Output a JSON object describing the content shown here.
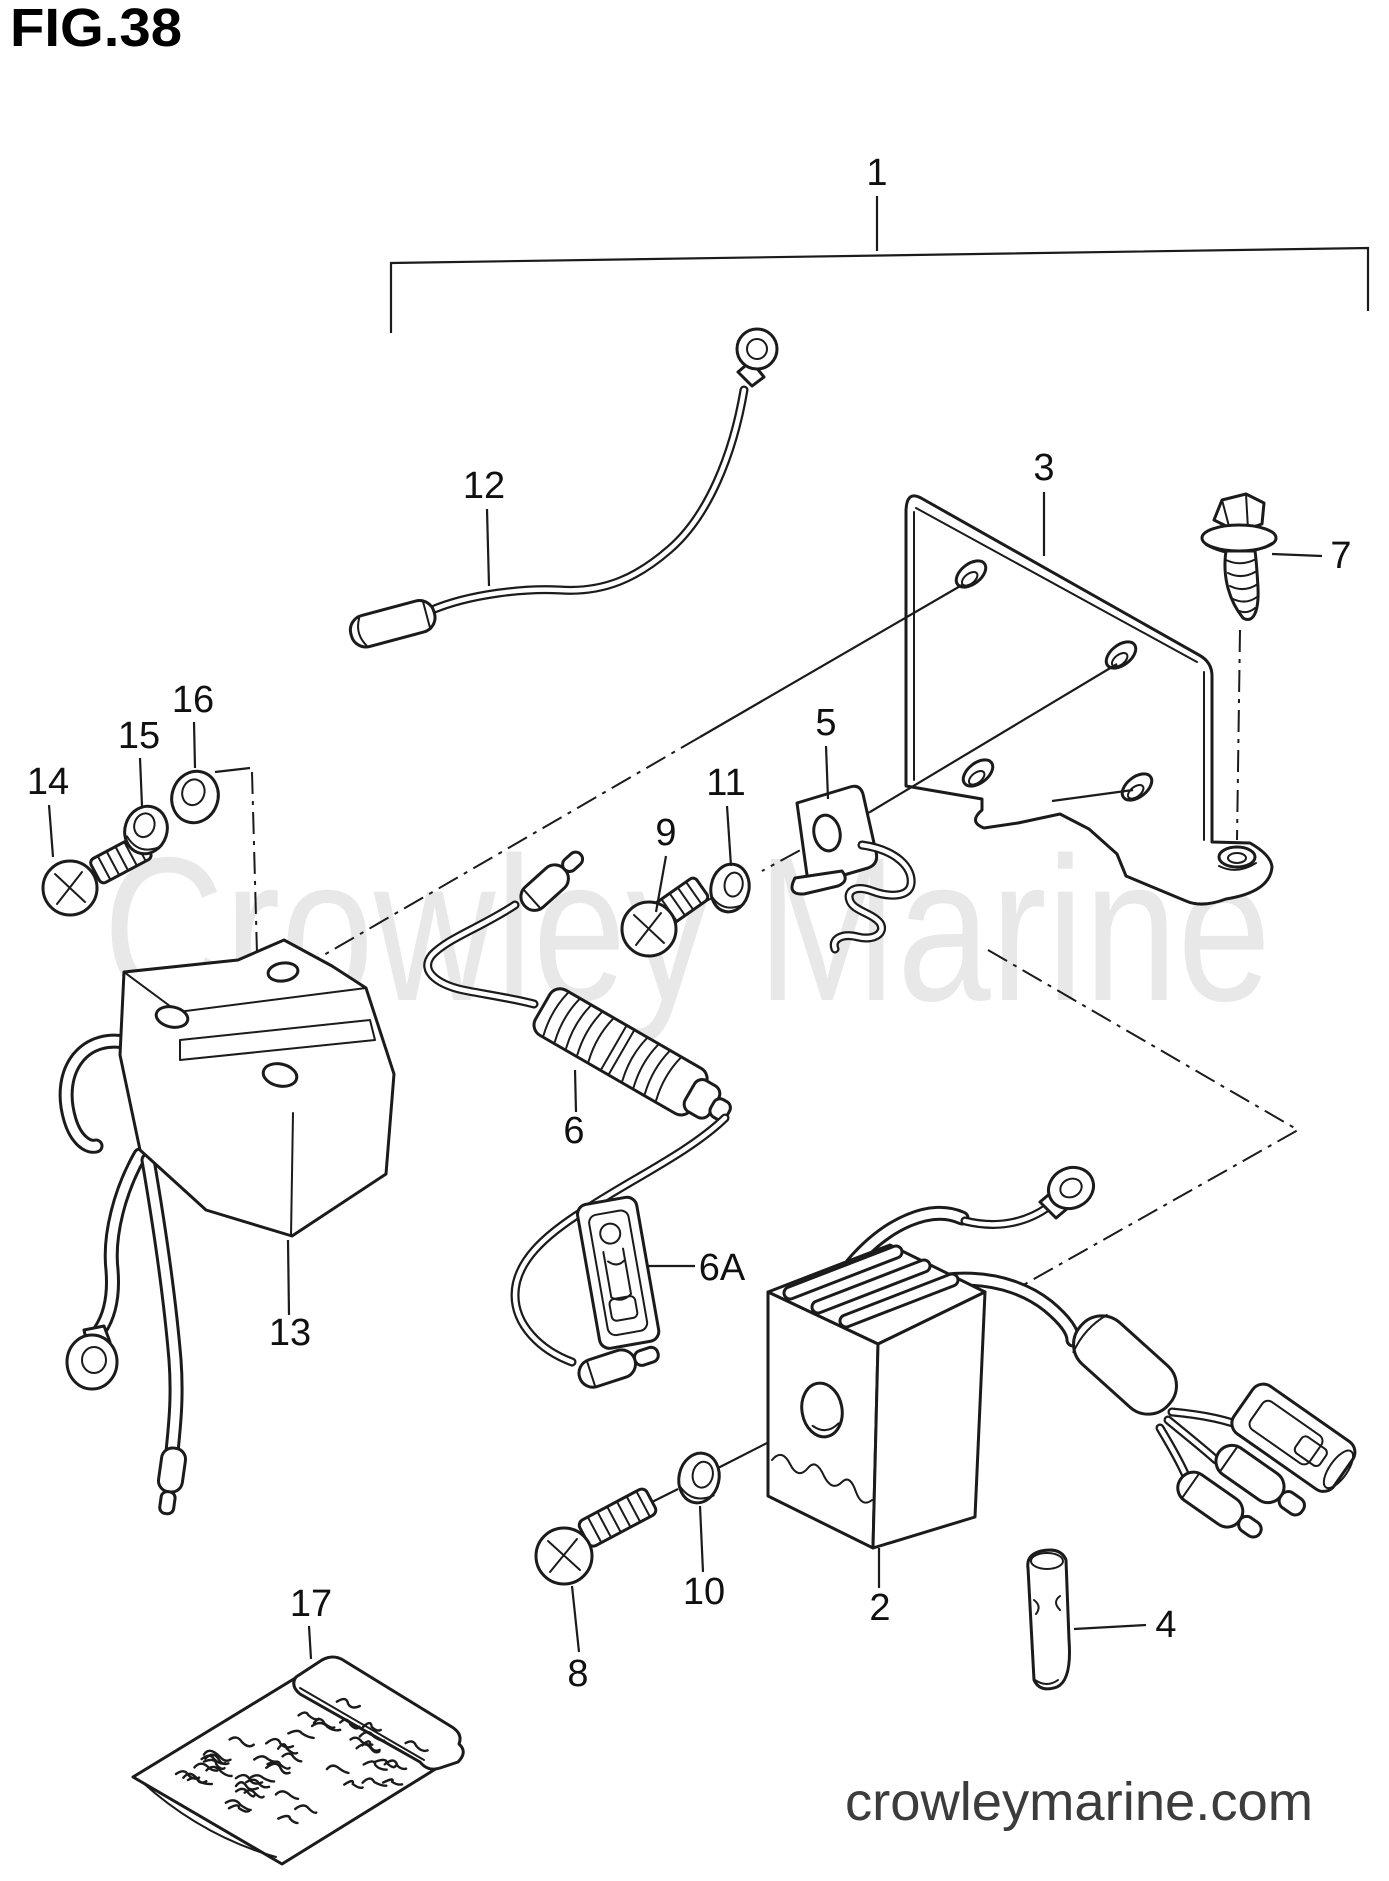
{
  "figure": {
    "title": "FIG.38"
  },
  "watermark": {
    "text": "Crowley Marine"
  },
  "footer": {
    "site": "crowleymarine.com"
  },
  "callouts": {
    "c1": {
      "label": "1"
    },
    "c2": {
      "label": "2"
    },
    "c3": {
      "label": "3"
    },
    "c4": {
      "label": "4"
    },
    "c5": {
      "label": "5"
    },
    "c6": {
      "label": "6"
    },
    "c6a": {
      "label": "6A"
    },
    "c7": {
      "label": "7"
    },
    "c8": {
      "label": "8"
    },
    "c9": {
      "label": "9"
    },
    "c10": {
      "label": "10"
    },
    "c11": {
      "label": "11"
    },
    "c12": {
      "label": "12"
    },
    "c13": {
      "label": "13"
    },
    "c14": {
      "label": "14"
    },
    "c15": {
      "label": "15"
    },
    "c16": {
      "label": "16"
    },
    "c17": {
      "label": "17"
    }
  }
}
